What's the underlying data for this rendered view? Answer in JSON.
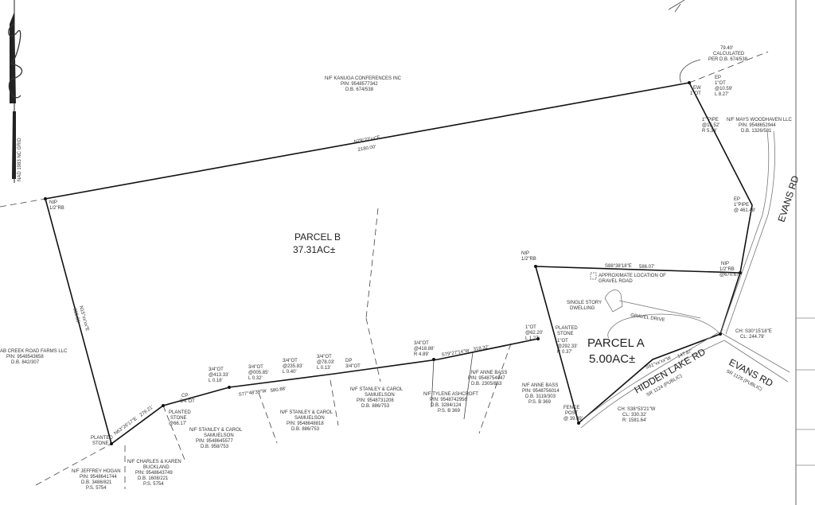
{
  "north_arrow": {
    "datum": "NAD 1983 NC GRID"
  },
  "parcels": [
    {
      "name": "PARCEL B",
      "area": "37.31AC±"
    },
    {
      "name": "PARCEL A",
      "area": "5.00AC±"
    }
  ],
  "roads": {
    "hidden_lake": "HIDDEN LAKE RD",
    "hidden_lake_row": "SR 1124 (PUBLIC)",
    "evans": "EVANS RD",
    "evans_row": "SR 1125 (PUBLIC)",
    "evans_upper": "EVANS RD"
  },
  "bearings": {
    "north_line": "N79°22'xx\"E",
    "north_dist": "2180.00'",
    "west_line": "N15°xx'xx\"E",
    "west_dist": "955.35'",
    "south_1": "N63°26'17\"E",
    "south_1_dist": "279.21'",
    "south_2": "S77°48'39\"W",
    "south_2_dist": "580.88'",
    "south_3": "S79°27'14\"W",
    "south_3_dist": "318.32'",
    "parcel_a_north": "S88°38'18\"E",
    "parcel_a_north_dist": "586.07'",
    "parcel_a_south": "S61°xx'xx\"W",
    "parcel_a_south_dist": "147.87'"
  },
  "owners": [
    {
      "name": "N/F KANUGA CONFERENCES INC",
      "pin": "PIN: 9548577342",
      "db": "D.B. 674/538"
    },
    {
      "name": "N/F MAYS WOODHAVEN LLC",
      "pin": "PIN: 9548652944",
      "db": "D.B. 1326/581"
    },
    {
      "name": "AB CREEK ROAD FARMS LLC",
      "pin": "PIN: 9548543658",
      "db": "D.B. 842/307"
    },
    {
      "name": "N/F JEFFREY HOGAN",
      "pin": "PIN: 9548641744",
      "db": "D.B. 3486/821",
      "ps": "P.S. 5754"
    },
    {
      "name": "N/F CHARLES & KAREN",
      "name2": "BUCKLAND",
      "pin": "PIN: 9548643749",
      "db": "D.B. 1608/221",
      "ps": "P.S. 5754"
    },
    {
      "name": "N/F STANLEY & CAROL",
      "name2": "SAMUELSON",
      "pin": "PIN: 9548645577",
      "db": "D.B. 958/753"
    },
    {
      "name": "N/F STANLEY & CAROL",
      "name2": "SAMUELSON",
      "pin": "PIN: 9548648818",
      "db": "D.B. 886/753"
    },
    {
      "name": "N/F STANLEY & CAROL",
      "name2": "SAMUELSON",
      "pin": "PIN: 9548731208",
      "db": "D.B. 886/753"
    },
    {
      "name": "N/F TYLENE ASHCROFT",
      "pin": "PIN: 9548742956",
      "db": "D.B. 3284/124",
      "ps": "P.S. B 369"
    },
    {
      "name": "N/F ANNE BASS",
      "pin": "PIN: 9548754047",
      "db": "D.B. 2305/853"
    },
    {
      "name": "N/F ANNE BASS",
      "pin": "PIN: 9548756014",
      "db": "D.B. 3119/303",
      "ps": "P.S. B 369"
    }
  ],
  "monuments": [
    {
      "l1": "3/4\"OT",
      "l2": "@413.33'",
      "l3": "L 0.18'"
    },
    {
      "l1": "3/4\"OT",
      "l2": "@005.85'",
      "l3": "L 0.32'"
    },
    {
      "l1": "3/4\"OT",
      "l2": "@235.83'",
      "l3": "L 0.40'"
    },
    {
      "l1": "3/4\"OT",
      "l2": "@78.03'",
      "l3": "L 0.13'"
    },
    {
      "l1": "3/4\"OT",
      "l2": "@418.88'",
      "l3": "R 4.89'"
    },
    {
      "l1": "1\"OT",
      "l2": "@62.20'",
      "l3": "L 1.27'"
    },
    {
      "l1": "1\"OT",
      "l2": "@292.33'",
      "l3": "R 0.37'"
    },
    {
      "l1": "1\"OT",
      "l2": "@10.59'",
      "l3": "L 8.27'"
    },
    {
      "l1": "1\" PIPE",
      "l2": "@15.52'",
      "l3": "R 5.34'"
    }
  ],
  "labels": {
    "cp1": "CP",
    "cp1b": "3/4\"OT",
    "cp2": "DP",
    "cp2b": "3/4\"OT",
    "planted_stone": "PLANTED",
    "stone": "STONE",
    "stone_dist": "@66.17'",
    "fence_post": "FENCE",
    "post": "POST",
    "post_dist": "@ 39.39'",
    "dwelling": "SINGLE STORY",
    "dwelling2": "DWELLING",
    "gravel_drive": "GRAVEL DRIVE",
    "ip1": "NIP",
    "ip1b": "1/2\"RB",
    "ip2": "NIP",
    "ip2b": "1/2\"RB",
    "ip3": "NIP",
    "ip3b": "1/2\"RB",
    "ip3c": "@670.67'",
    "ep_pipe": "EP",
    "ep_pipe2": "1\"PIPE",
    "ep_pipe3": "@ 461.48'",
    "ew": "EW",
    "ew2": "1\"OT",
    "ep": "EP",
    "calc": "79.40'",
    "calc2": "CALCULATED",
    "calc3": "PER D.B. 674/538",
    "curve1": "CH: S38°53'21\"W",
    "curve1b": "CL: 330.32'",
    "curve1c": "R: 1581.64'",
    "curve2": "CH: S30°15'18\"E",
    "curve2b": "CL: 244.79'",
    "wetland": "APPROXIMATE LOCATION OF",
    "wetland2": "GRAVEL ROAD"
  }
}
